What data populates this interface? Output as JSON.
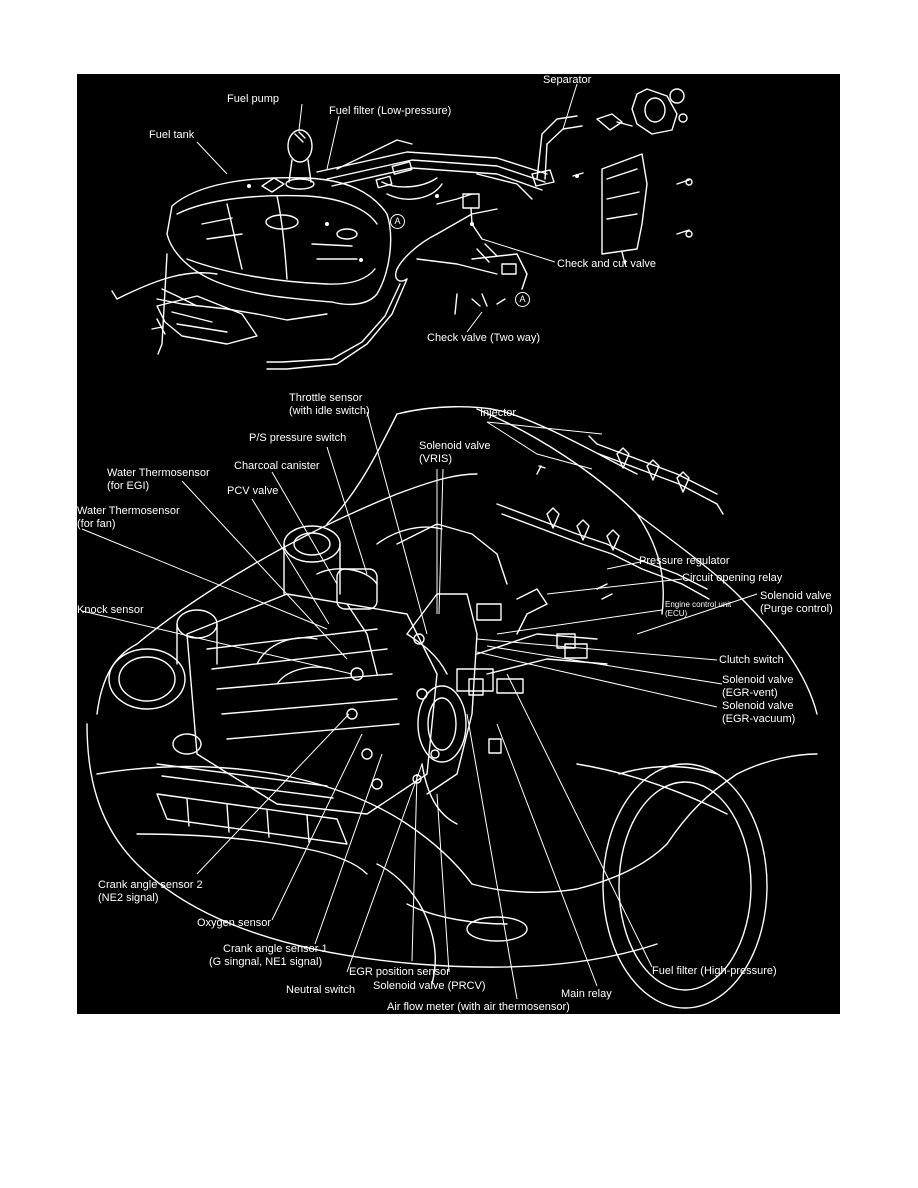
{
  "colors": {
    "background": "#000000",
    "linework": "#ffffff",
    "page": "#ffffff"
  },
  "top_diagram": {
    "labels": {
      "separator": "Separator",
      "fuel_pump": "Fuel pump",
      "fuel_filter_low": "Fuel filter (Low-pressure)",
      "fuel_tank": "Fuel tank",
      "check_cut_valve": "Check and cut valve",
      "check_valve_two_way": "Check valve (Two way)",
      "marker_a": "A"
    }
  },
  "bottom_diagram": {
    "labels": {
      "throttle_sensor": "Throttle sensor",
      "throttle_sensor_sub": "(with idle switch)",
      "injector": "Injector",
      "ps_pressure_switch": "P/S pressure switch",
      "solenoid_vris": "Solenoid valve",
      "solenoid_vris_sub": "(VRIS)",
      "water_thermo_egi": "Water Thermosensor",
      "water_thermo_egi_sub": "(for EGI)",
      "charcoal_canister": "Charcoal canister",
      "pcv_valve": "PCV valve",
      "water_thermo_fan": "Water Thermosensor",
      "water_thermo_fan_sub": "(for fan)",
      "pressure_regulator": "Pressure regulator",
      "circuit_opening_relay": "Circuit opening relay",
      "solenoid_purge": "Solenoid valve",
      "solenoid_purge_sub": "(Purge control)",
      "ecu": "Engine control unit",
      "ecu_sub": "(ECU)",
      "knock_sensor": "Knock sensor",
      "clutch_switch": "Clutch switch",
      "solenoid_egr_vent": "Solenoid valve",
      "solenoid_egr_vent_sub": "(EGR-vent)",
      "solenoid_egr_vacuum": "Solenoid valve",
      "solenoid_egr_vacuum_sub": "(EGR-vacuum)",
      "crank_angle_2": "Crank angle sensor 2",
      "crank_angle_2_sub": "(NE2 signal)",
      "oxygen_sensor": "Oxygen sensor",
      "crank_angle_1": "Crank angle sensor 1",
      "crank_angle_1_sub": "(G singnal, NE1 signal)",
      "egr_position_sensor": "EGR position sensor",
      "fuel_filter_high": "Fuel filter (High-pressure)",
      "neutral_switch": "Neutral switch",
      "solenoid_prcv": "Solenoid valve (PRCV)",
      "main_relay": "Main relay",
      "air_flow_meter": "Air flow meter (with air thermosensor)"
    }
  }
}
